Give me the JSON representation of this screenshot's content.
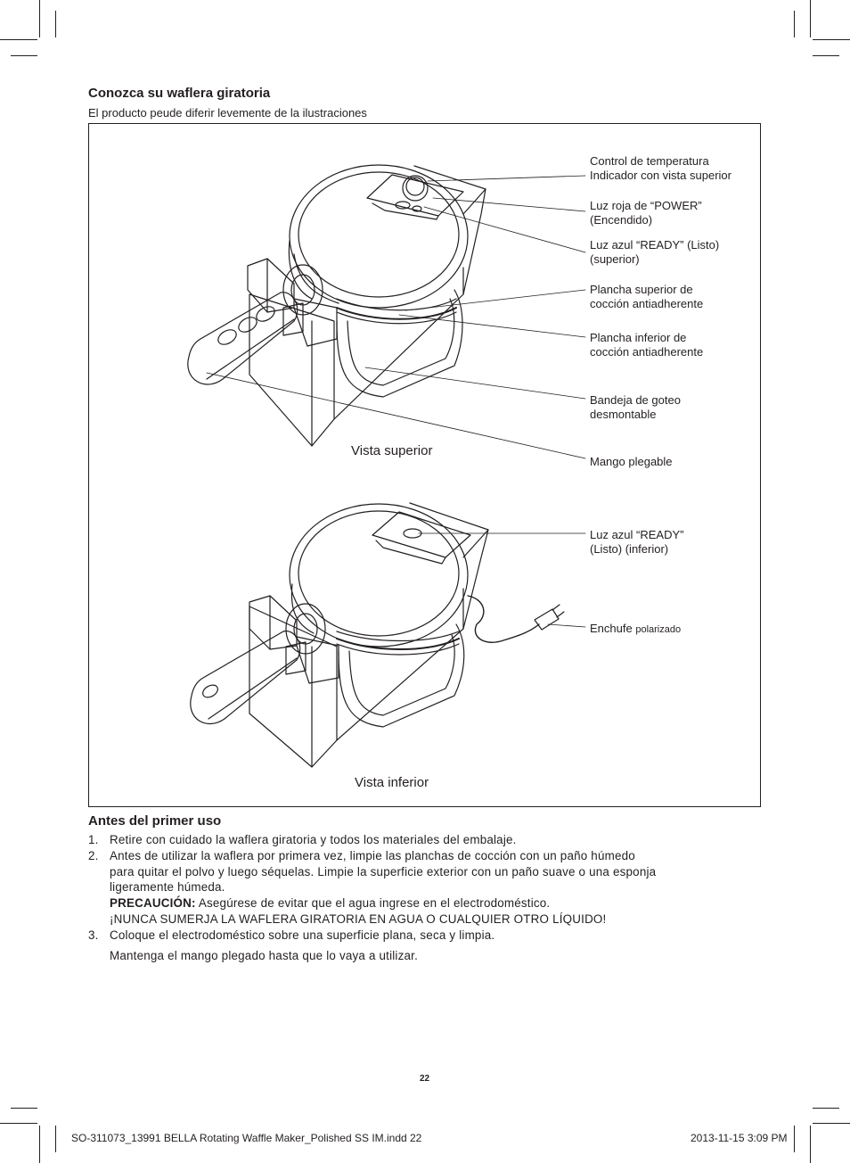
{
  "header": {
    "title": "Conozca su waflera giratoria",
    "subtitle": "El producto peude diferir levemente de la ilustraciones"
  },
  "figure": {
    "top_view_label": "Vista superior",
    "bottom_view_label": "Vista inferior",
    "callouts": [
      {
        "line1": "Control de temperatura",
        "line2": "Indicador con vista superior"
      },
      {
        "line1": "Luz roja de “POWER”",
        "line2": "(Encendido)"
      },
      {
        "line1": "Luz azul “READY” (Listo)",
        "line2": "(superior)"
      },
      {
        "line1": "Plancha superior de",
        "line2": "cocción antiadherente"
      },
      {
        "line1": "Plancha inferior de",
        "line2": "cocción antiadherente"
      },
      {
        "line1": "Bandeja de goteo",
        "line2": "desmontable"
      },
      {
        "line1": "Mango plegable",
        "line2": ""
      },
      {
        "line1": "Luz azul “READY”",
        "line2": "(Listo) (inferior)"
      },
      {
        "line1": "Enchufe",
        "line1_small": "polarizado",
        "line2": ""
      }
    ]
  },
  "section": {
    "title": "Antes del primer uso",
    "items": [
      {
        "num": "1.",
        "text": "Retire con cuidado la waflera giratoria y todos los materiales del embalaje."
      },
      {
        "num": "2.",
        "text_lines": [
          "Antes de utilizar la waflera por primera vez, limpie las planchas de cocción con un paño húmedo",
          "para quitar el polvo y luego séquelas. Limpie la superficie exterior con un paño suave o una esponja",
          "ligeramente húmeda."
        ]
      },
      {
        "caution_label": "PRECAUCIÓN:",
        "caution_text": " Asegúrese de evitar que el agua ingrese en el electrodoméstico."
      },
      {
        "caution_caps": "¡NUNCA SUMERJA LA WAFLERA GIRATORIA EN AGUA O CUALQUIER OTRO LÍQUIDO!"
      },
      {
        "num": "3.",
        "text": "Coloque el electrodoméstico sobre una superficie plana, seca y limpia."
      },
      {
        "text": "Mantenga el mango plegado hasta que lo vaya a utilizar."
      }
    ]
  },
  "page_number": "22",
  "footer": {
    "file": "SO-311073_13991 BELLA Rotating Waffle Maker_Polished SS IM.indd   22",
    "date": "2013-11-15   3:09 PM"
  }
}
